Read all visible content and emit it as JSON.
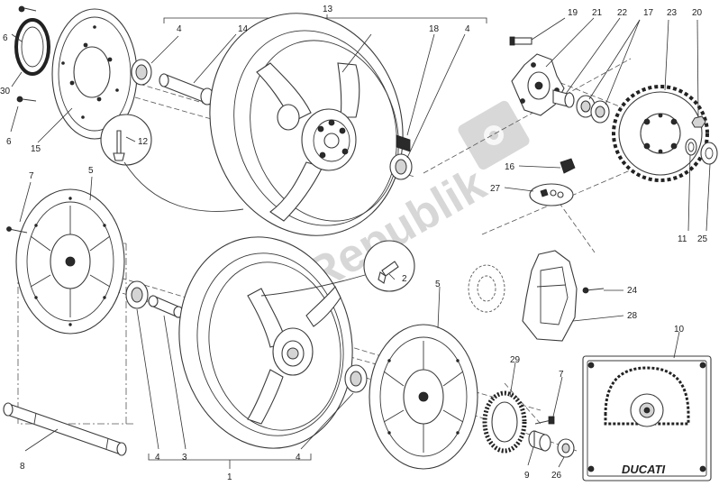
{
  "callouts": [
    "13",
    "14",
    "4",
    "18",
    "4",
    "19",
    "21",
    "22",
    "17",
    "23",
    "20",
    "6",
    "30",
    "6",
    "15",
    "12",
    "16",
    "27",
    "7",
    "5",
    "2",
    "5",
    "24",
    "28",
    "10",
    "29",
    "7",
    "11",
    "25",
    "4",
    "3",
    "1",
    "4",
    "8",
    "9",
    "26"
  ],
  "watermark": "PartsRepublik",
  "logo": "DUCATI",
  "colors": {
    "line": "#3a3a3a",
    "watermark": "#b8b8b8",
    "background": "#ffffff"
  }
}
